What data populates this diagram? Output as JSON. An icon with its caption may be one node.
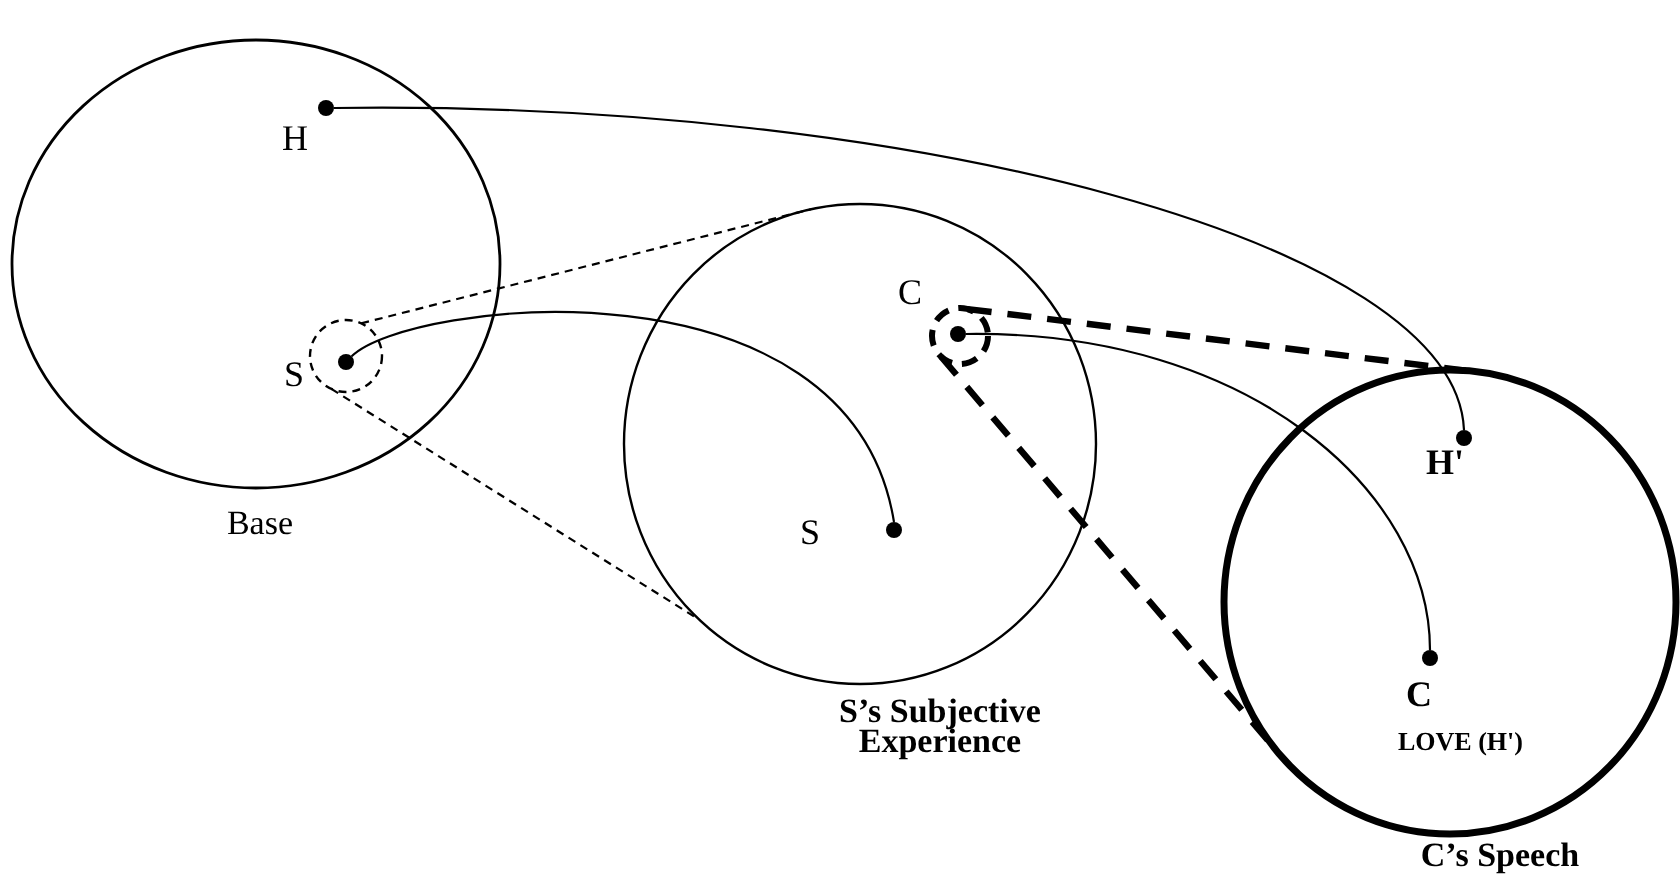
{
  "diagram": {
    "nodes": [
      {
        "text": [
          "Base"
        ]
      },
      {
        "text": [
          "H"
        ],
        "in": 0
      },
      {
        "text": [],
        "shape": "circle",
        "in": 0
      },
      {
        "text": [
          "S"
        ],
        "in": 2
      },
      {
        "text": [
          "S’s Subjective Experience"
        ]
      },
      {
        "text": [],
        "shape": "circle",
        "in": 4
      },
      {
        "text": [
          "C"
        ],
        "in": 5
      },
      {
        "text": [
          "S"
        ],
        "in": 4
      },
      {
        "text": [
          "C’s Speech"
        ]
      },
      {
        "text": [
          "H'"
        ],
        "in": 8
      },
      {
        "text": [
          "C",
          "LOVE (H')"
        ],
        "in": 8
      }
    ],
    "edges": [
      {
        "from": 1,
        "to": 9,
        "arrow": "none"
      },
      {
        "from": 3,
        "to": 7,
        "arrow": "none"
      },
      {
        "from": 6,
        "to": 10,
        "arrow": "none"
      },
      {
        "from": 2,
        "to": 4,
        "arrow": "none",
        "style": "dashed"
      },
      {
        "from": 2,
        "to": 4,
        "arrow": "none",
        "style": "dashed"
      },
      {
        "from": 5,
        "to": 8,
        "arrow": "none",
        "style": "dashed"
      },
      {
        "from": 5,
        "to": 8,
        "arrow": "none",
        "style": "dashed"
      }
    ]
  }
}
